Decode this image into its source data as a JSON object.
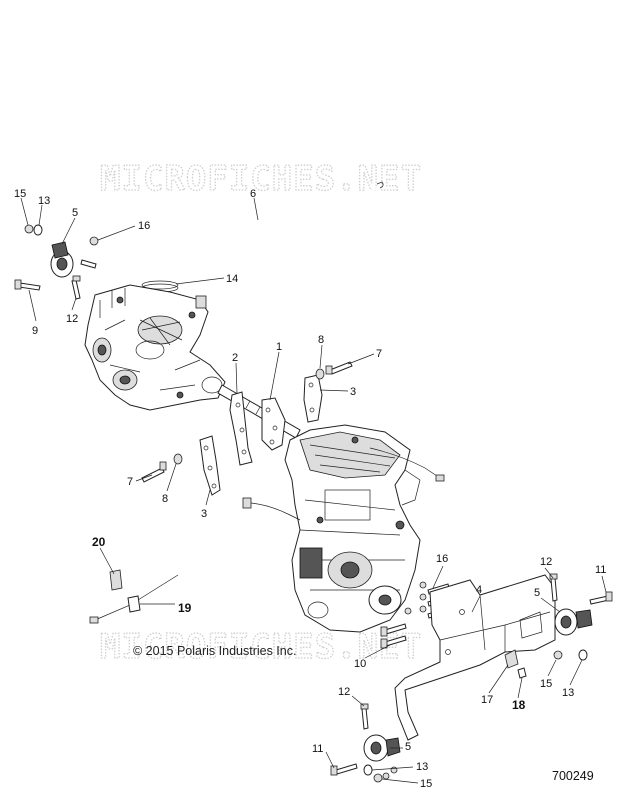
{
  "watermark": "MICROFICHES.NET",
  "copyright": "© 2015 Polaris Industries Inc.",
  "figure_number": "700249",
  "callouts": [
    {
      "id": "c15a",
      "text": "15"
    },
    {
      "id": "c13a",
      "text": "13"
    },
    {
      "id": "c5a",
      "text": "5"
    },
    {
      "id": "c16a",
      "text": "16"
    },
    {
      "id": "c6",
      "text": "6"
    },
    {
      "id": "c14",
      "text": "14"
    },
    {
      "id": "c9",
      "text": "9"
    },
    {
      "id": "c12a",
      "text": "12"
    },
    {
      "id": "c2",
      "text": "2"
    },
    {
      "id": "c1",
      "text": "1"
    },
    {
      "id": "c8a",
      "text": "8"
    },
    {
      "id": "c7a",
      "text": "7"
    },
    {
      "id": "c3a",
      "text": "3"
    },
    {
      "id": "c7b",
      "text": "7"
    },
    {
      "id": "c8b",
      "text": "8"
    },
    {
      "id": "c3b",
      "text": "3"
    },
    {
      "id": "c20",
      "text": "20"
    },
    {
      "id": "c19",
      "text": "19"
    },
    {
      "id": "c16b",
      "text": "16"
    },
    {
      "id": "c4",
      "text": "4"
    },
    {
      "id": "c12b",
      "text": "12"
    },
    {
      "id": "c11a",
      "text": "11"
    },
    {
      "id": "c5b",
      "text": "5"
    },
    {
      "id": "c10",
      "text": "10"
    },
    {
      "id": "c15b",
      "text": "15"
    },
    {
      "id": "c13b",
      "text": "13"
    },
    {
      "id": "c17",
      "text": "17"
    },
    {
      "id": "c18",
      "text": "18"
    },
    {
      "id": "c12c",
      "text": "12"
    },
    {
      "id": "c11b",
      "text": "11"
    },
    {
      "id": "c5c",
      "text": "5"
    },
    {
      "id": "c13c",
      "text": "13"
    },
    {
      "id": "c15c",
      "text": "15"
    }
  ]
}
